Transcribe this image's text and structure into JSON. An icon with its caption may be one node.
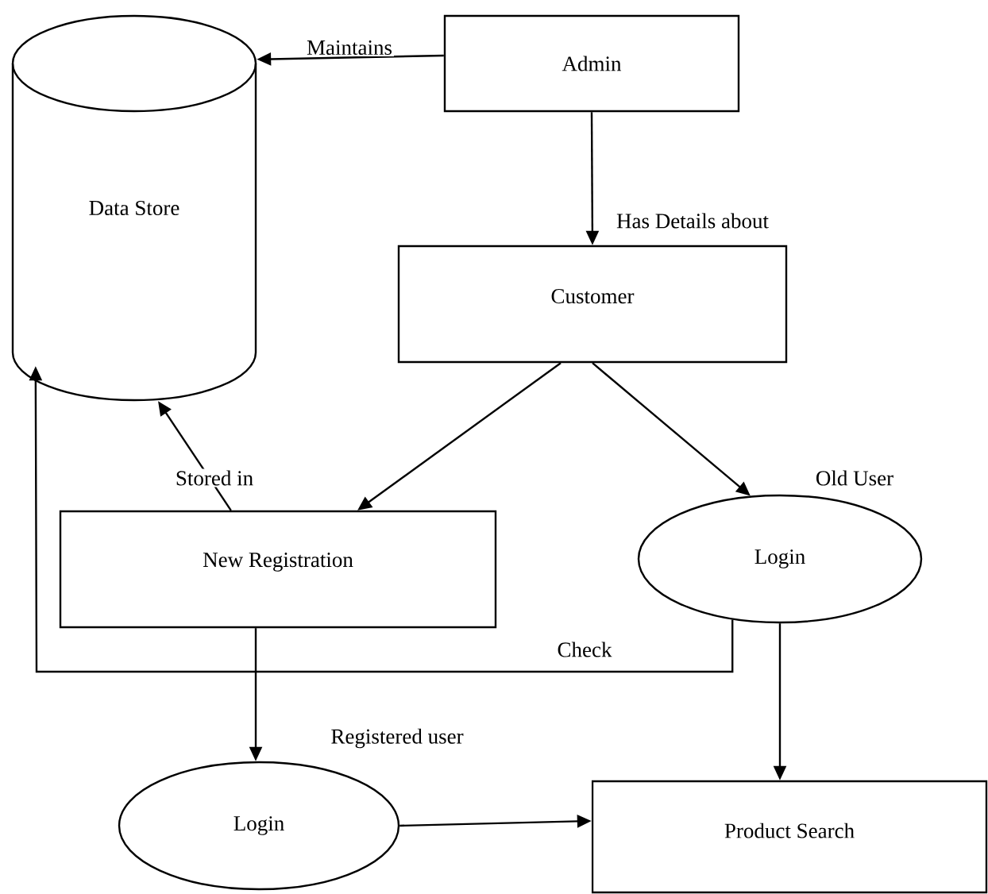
{
  "diagram": {
    "nodes": [
      {
        "text": [
          "Data Store"
        ]
      },
      {
        "text": [
          "Admin"
        ]
      },
      {
        "text": [
          "Customer"
        ]
      },
      {
        "text": [
          "New Registration"
        ]
      },
      {
        "text": [
          "Login"
        ]
      },
      {
        "text": [
          "Login"
        ]
      },
      {
        "text": [
          "Product Search"
        ]
      }
    ],
    "edges": [
      {
        "from": 1,
        "to": 0,
        "arrow": "to",
        "label": "Maintains"
      },
      {
        "from": 1,
        "to": 2,
        "arrow": "to",
        "label": "Has Details about"
      },
      {
        "from": 2,
        "to": 3,
        "arrow": "to"
      },
      {
        "from": 2,
        "to": 4,
        "arrow": "to",
        "label": "Old User"
      },
      {
        "from": 3,
        "to": 0,
        "arrow": "to",
        "label": "Stored in"
      },
      {
        "from": 4,
        "to": 0,
        "arrow": "to",
        "label": "Check"
      },
      {
        "from": 3,
        "to": 5,
        "arrow": "to",
        "label": "Registered user"
      },
      {
        "from": 5,
        "to": 6,
        "arrow": "to"
      },
      {
        "from": 4,
        "to": 6,
        "arrow": "to"
      }
    ]
  }
}
